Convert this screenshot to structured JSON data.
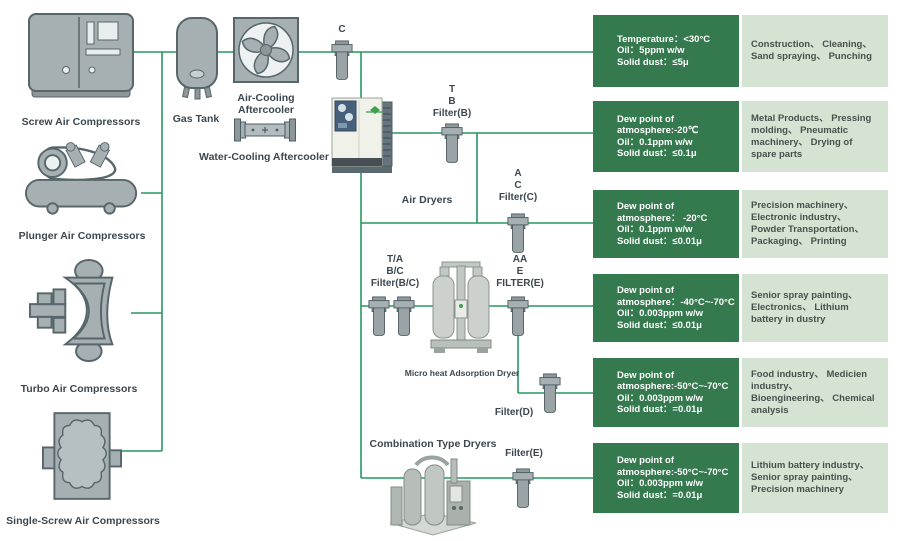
{
  "colors": {
    "wire_green": "#26985f",
    "spec_box_dark": "#35794e",
    "spec_box_light": "#d5e3d3",
    "machine_gray": "#a6b0b2",
    "machine_outline": "#57666a",
    "label_text": "#3c4750"
  },
  "compressors": [
    {
      "label": "Screw Air Compressors",
      "icon": "screw-compressor-icon"
    },
    {
      "label": "Plunger Air Compressors",
      "icon": "plunger-compressor-icon"
    },
    {
      "label": "Turbo Air Compressors",
      "icon": "turbo-compressor-icon"
    },
    {
      "label": "Single-Screw Air Compressors",
      "icon": "single-screw-compressor-icon"
    }
  ],
  "equipment": {
    "gas_tank": "Gas Tank",
    "air_cooling_aftercooler": "Air-Cooling Aftercooler",
    "water_cooling_aftercooler": "Water-Cooling Aftercooler",
    "air_dryers": "Air Dryers",
    "micro_heat_adsorption_dryer": "Micro heat Adsorption Dryer",
    "combination_type_dryers": "Combination Type Dryers"
  },
  "filters": {
    "c_top": {
      "lines": [
        "C"
      ]
    },
    "b": {
      "lines": [
        "T",
        "B",
        "Filter(B)"
      ]
    },
    "c_mid": {
      "lines": [
        "A",
        "C",
        "Filter(C)"
      ]
    },
    "bc": {
      "lines": [
        "T/A",
        "B/C",
        "Filter(B/C)"
      ]
    },
    "e": {
      "lines": [
        "AA",
        "E",
        "FILTER(E)"
      ]
    },
    "d": {
      "lines": [
        "Filter(D)"
      ]
    },
    "e_bottom": {
      "lines": [
        "Filter(E)"
      ]
    }
  },
  "spec_rows": [
    {
      "spec": [
        "Temperature：<30°C",
        "Oil：5ppm w/w",
        "Solid dust：≤5μ"
      ],
      "apps": "Construction、 Cleaning、 Sand spraying、 Punching"
    },
    {
      "spec": [
        "Dew point of",
        "atmosphere:-20℃",
        "Oil：0.1ppm w/w",
        "Solid dust：≤0.1μ"
      ],
      "apps": "Metal Products、 Pressing molding、 Pneumatic machinery、 Drying of spare parts"
    },
    {
      "spec": [
        "Dew point of",
        "atmosphere： -20°C",
        "Oil：0.1ppm w/w",
        "Solid dust：≤0.01μ"
      ],
      "apps": "Precision machinery、 Electronic industry、 Powder Transportation、 Packaging、 Printing"
    },
    {
      "spec": [
        "Dew point of",
        "atmosphere：-40°C~-70°C",
        "Oil：0.003ppm w/w",
        "Solid dust：≤0.01μ"
      ],
      "apps": "Senior spray painting、 Electronics、 Lithium battery in dustry"
    },
    {
      "spec": [
        "Dew point of",
        "atmosphere:-50°C~-70°C",
        "Oil：0.003ppm w/w",
        "Solid dust：=0.01μ"
      ],
      "apps": "Food industry、 Medicien industry、 Bioengineering、 Chemical analysis"
    },
    {
      "spec": [
        "Dew point of",
        "atmosphere:-50°C~-70°C",
        "Oil：0.003ppm w/w",
        "Solid dust：=0.01μ"
      ],
      "apps": "Lithium battery industry、 Senior spray painting、 Precision machinery"
    }
  ]
}
